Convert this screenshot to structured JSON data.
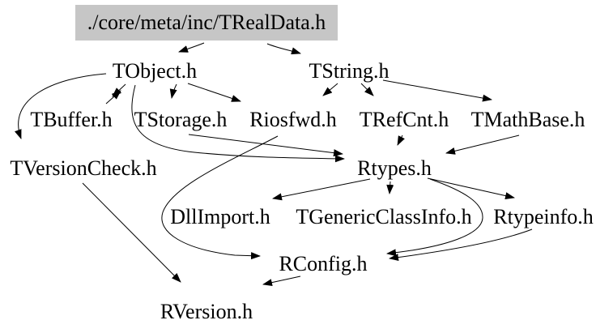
{
  "diagram": {
    "type": "include-dependency-graph",
    "colors": {
      "background": "#ffffff",
      "root_fill": "#c6c6c6",
      "edge": "#000000",
      "text": "#000000"
    },
    "nodes": [
      {
        "id": "trealdata",
        "label": "./core/meta/inc/TRealData.h"
      },
      {
        "id": "tobject",
        "label": "TObject.h"
      },
      {
        "id": "tstring",
        "label": "TString.h"
      },
      {
        "id": "tbuffer",
        "label": "TBuffer.h"
      },
      {
        "id": "tstorage",
        "label": "TStorage.h"
      },
      {
        "id": "riosfwd",
        "label": "Riosfwd.h"
      },
      {
        "id": "trefcnt",
        "label": "TRefCnt.h"
      },
      {
        "id": "tmathbase",
        "label": "TMathBase.h"
      },
      {
        "id": "tversioncheck",
        "label": "TVersionCheck.h"
      },
      {
        "id": "rtypes",
        "label": "Rtypes.h"
      },
      {
        "id": "dllimport",
        "label": "DllImport.h"
      },
      {
        "id": "tgenericclassinfo",
        "label": "TGenericClassInfo.h"
      },
      {
        "id": "rtypeinfo",
        "label": "Rtypeinfo.h"
      },
      {
        "id": "rconfig",
        "label": "RConfig.h"
      },
      {
        "id": "rversion",
        "label": "RVersion.h"
      }
    ],
    "edges": [
      {
        "from": "./core/meta/inc/TRealData.h",
        "to": "TObject.h"
      },
      {
        "from": "./core/meta/inc/TRealData.h",
        "to": "TString.h"
      },
      {
        "from": "TObject.h",
        "to": "TBuffer.h"
      },
      {
        "from": "TBuffer.h",
        "to": "TObject.h"
      },
      {
        "from": "TObject.h",
        "to": "TStorage.h"
      },
      {
        "from": "TObject.h",
        "to": "Riosfwd.h"
      },
      {
        "from": "TObject.h",
        "to": "TVersionCheck.h"
      },
      {
        "from": "TObject.h",
        "to": "Rtypes.h"
      },
      {
        "from": "TStorage.h",
        "to": "Rtypes.h"
      },
      {
        "from": "TString.h",
        "to": "Riosfwd.h"
      },
      {
        "from": "TString.h",
        "to": "TRefCnt.h"
      },
      {
        "from": "TString.h",
        "to": "TMathBase.h"
      },
      {
        "from": "TRefCnt.h",
        "to": "Rtypes.h"
      },
      {
        "from": "TMathBase.h",
        "to": "Rtypes.h"
      },
      {
        "from": "Rtypes.h",
        "to": "DllImport.h"
      },
      {
        "from": "Rtypes.h",
        "to": "TGenericClassInfo.h"
      },
      {
        "from": "Rtypes.h",
        "to": "Rtypeinfo.h"
      },
      {
        "from": "Riosfwd.h",
        "to": "RConfig.h"
      },
      {
        "from": "Rtypes.h",
        "to": "RConfig.h"
      },
      {
        "from": "Rtypeinfo.h",
        "to": "RConfig.h"
      },
      {
        "from": "RConfig.h",
        "to": "RVersion.h"
      },
      {
        "from": "TVersionCheck.h",
        "to": "RVersion.h"
      }
    ]
  }
}
